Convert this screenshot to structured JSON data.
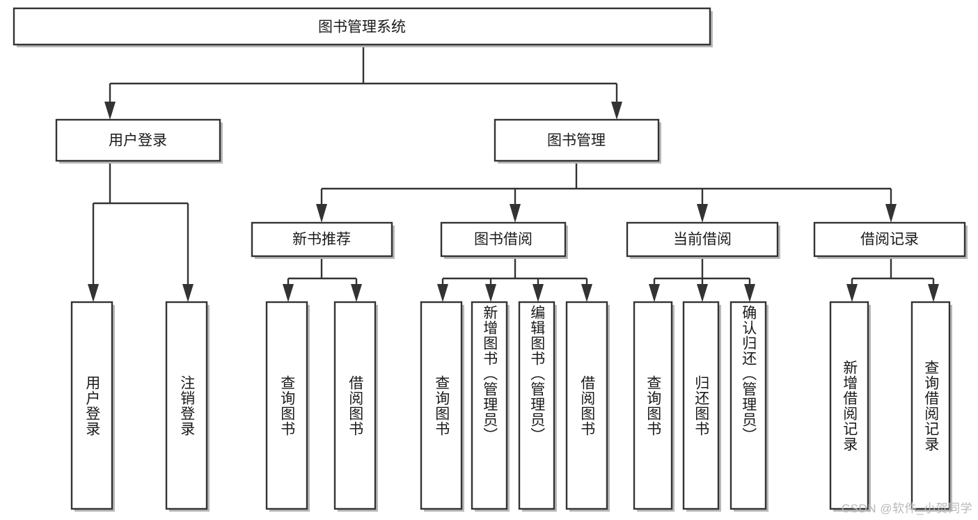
{
  "diagram": {
    "type": "tree-hierarchy-chart",
    "title": "图书管理系统",
    "watermark": "CSDN @软件_小贺同学",
    "colors": {
      "background": "#ffffff",
      "box_stroke": "#333333",
      "box_fill": "#ffffff",
      "shadow": "#b8b8b8",
      "text": "#1a1a1a",
      "watermark": "#b9b9b9"
    },
    "levels": {
      "root": {
        "label": "图书管理系统"
      },
      "level2": [
        {
          "label": "用户登录"
        },
        {
          "label": "图书管理"
        }
      ],
      "level3": [
        {
          "label": "新书推荐"
        },
        {
          "label": "图书借阅"
        },
        {
          "label": "当前借阅"
        },
        {
          "label": "借阅记录"
        }
      ],
      "leaves": [
        {
          "label": "用户登录",
          "parent": "用户登录"
        },
        {
          "label": "注销登录",
          "parent": "用户登录"
        },
        {
          "label": "查询图书",
          "parent": "新书推荐"
        },
        {
          "label": "借阅图书",
          "parent": "新书推荐"
        },
        {
          "label": "查询图书",
          "parent": "图书借阅"
        },
        {
          "label": "新增图书（管理员）",
          "parent": "图书借阅"
        },
        {
          "label": "编辑图书（管理员）",
          "parent": "图书借阅"
        },
        {
          "label": "借阅图书",
          "parent": "图书借阅"
        },
        {
          "label": "查询图书",
          "parent": "当前借阅"
        },
        {
          "label": "归还图书",
          "parent": "当前借阅"
        },
        {
          "label": "确认归还（管理员）",
          "parent": "当前借阅"
        },
        {
          "label": "新增借阅记录",
          "parent": "借阅记录"
        },
        {
          "label": "查询借阅记录",
          "parent": "借阅记录"
        }
      ]
    }
  }
}
